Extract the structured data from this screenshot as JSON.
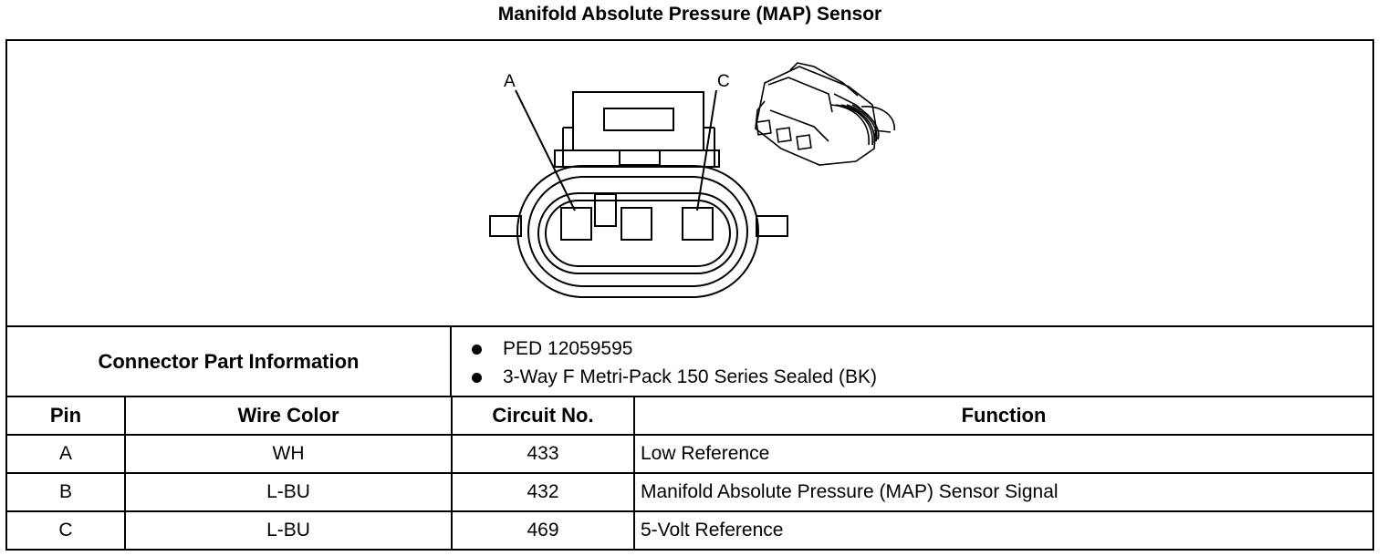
{
  "title": "Manifold Absolute Pressure (MAP) Sensor",
  "diagram": {
    "callouts": [
      "A",
      "C"
    ]
  },
  "connector_info": {
    "label": "Connector Part Information",
    "items": [
      "PED 12059595",
      "3-Way F Metri-Pack 150 Series Sealed (BK)"
    ]
  },
  "table": {
    "headers": [
      "Pin",
      "Wire Color",
      "Circuit No.",
      "Function"
    ],
    "rows": [
      [
        "A",
        "WH",
        "433",
        "Low Reference"
      ],
      [
        "B",
        "L-BU",
        "432",
        "Manifold Absolute Pressure (MAP) Sensor Signal"
      ],
      [
        "C",
        "L-BU",
        "469",
        "5-Volt Reference"
      ]
    ]
  }
}
